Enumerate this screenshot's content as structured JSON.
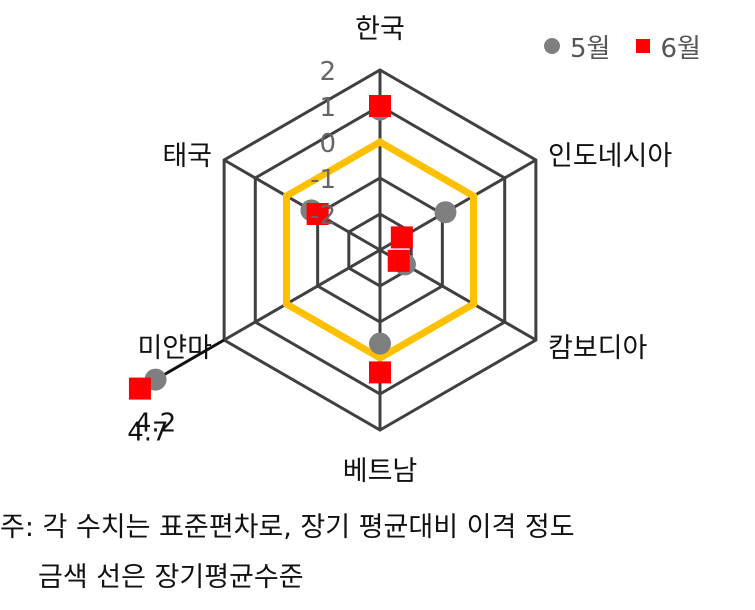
{
  "chart_data": {
    "type": "radar",
    "categories": [
      "한국",
      "인도네시아",
      "캄보디아",
      "베트남",
      "미얀마",
      "태국"
    ],
    "axis_min": -3,
    "axis_max": 2,
    "ticks": [
      2,
      1,
      0,
      -1,
      -2
    ],
    "tick_labels": [
      "2",
      "1",
      "0",
      "-1",
      "-2"
    ],
    "reference_value": 0,
    "series": [
      {
        "name": "5월",
        "marker": "circle",
        "color": "#7f7f7f",
        "values": [
          0.9,
          -0.9,
          -2.2,
          -0.4,
          4.2,
          -0.8
        ]
      },
      {
        "name": "6월",
        "marker": "square",
        "color": "#ff0000",
        "values": [
          1.0,
          -2.3,
          -2.4,
          0.4,
          4.7,
          -1.0
        ]
      }
    ],
    "annotations": [
      {
        "series": 0,
        "category": 4,
        "text": "4.2"
      },
      {
        "series": 1,
        "category": 4,
        "text": "4.7"
      }
    ],
    "legend": "top-right"
  },
  "colors": {
    "grid": "#404040",
    "reference": "#ffc000",
    "series_5": "#7f7f7f",
    "series_6": "#ff0000"
  },
  "notes": {
    "line1": "주: 각 수치는 표준편차로, 장기 평균대비 이격 정도",
    "line2": "금색 선은 장기평균수준"
  }
}
